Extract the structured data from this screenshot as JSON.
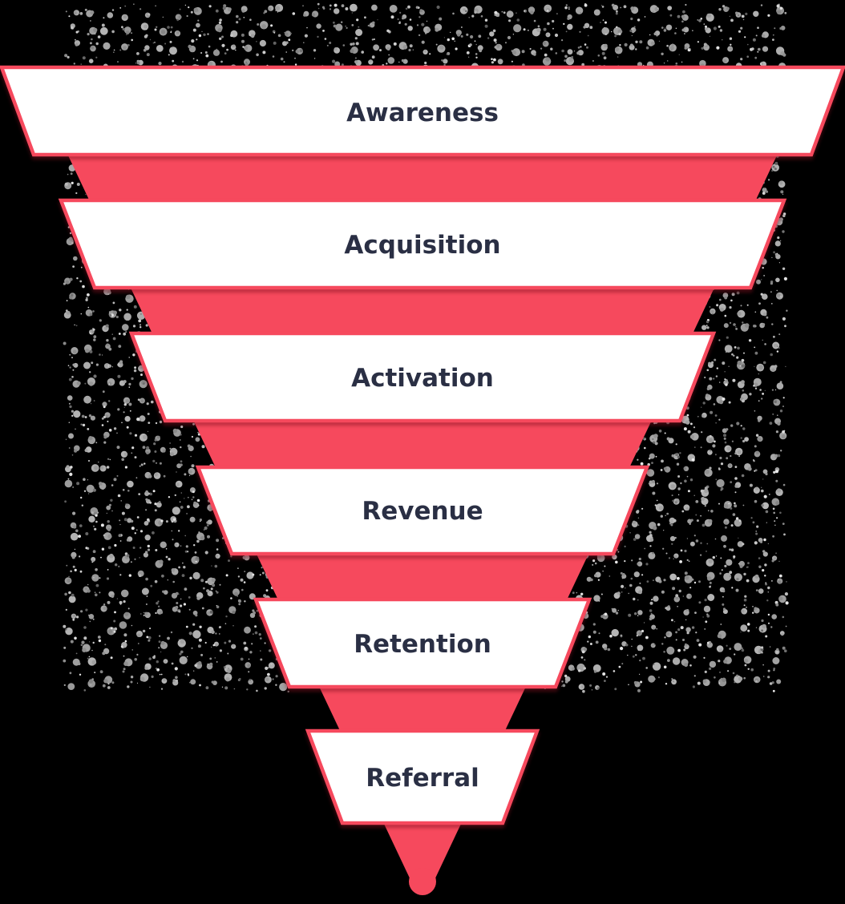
{
  "funnel": {
    "stages": [
      {
        "label": "Awareness"
      },
      {
        "label": "Acquisition"
      },
      {
        "label": "Activation"
      },
      {
        "label": "Revenue"
      },
      {
        "label": "Retention"
      },
      {
        "label": "Referral"
      }
    ]
  },
  "colors": {
    "funnel_red": "#F6495D",
    "label_text": "#2A2F44",
    "band_fill": "#FFFFFF",
    "background": "#000000",
    "noise_dot_gray": "#A8A8A8"
  }
}
